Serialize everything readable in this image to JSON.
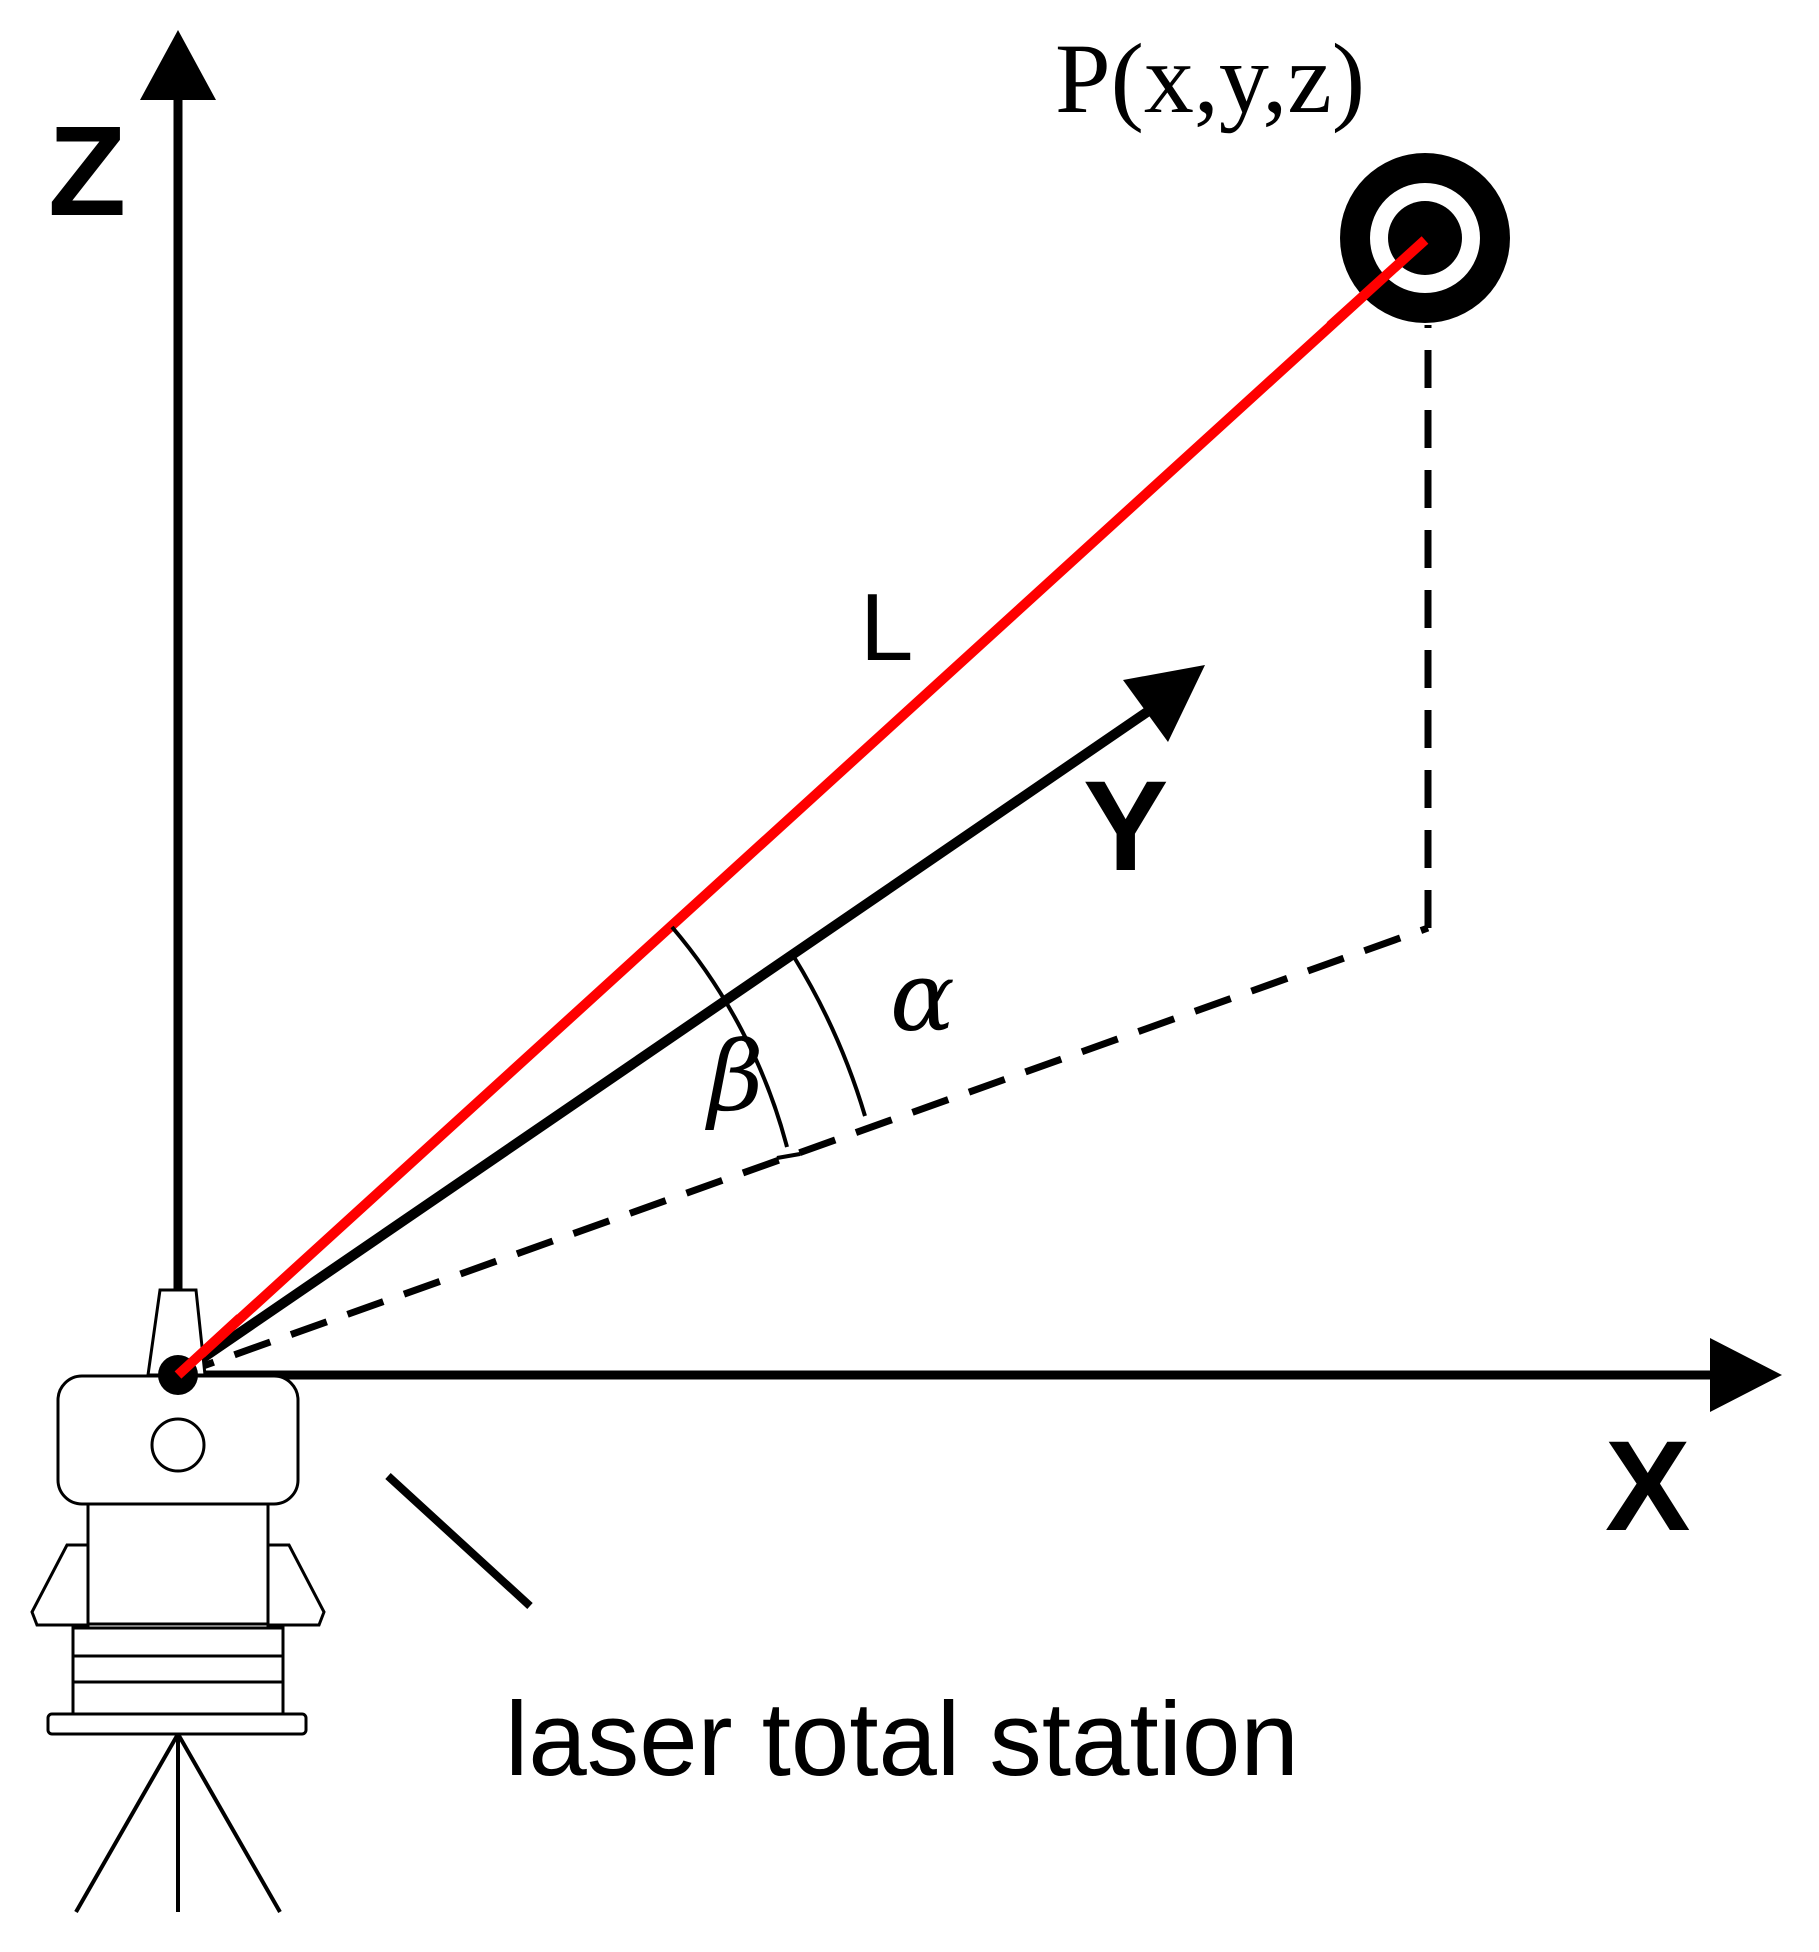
{
  "labels": {
    "z_axis": "Z",
    "x_axis": "X",
    "y_axis": "Y",
    "distance": "L",
    "point": "P(x,y,z)",
    "alpha": "α",
    "beta": "β",
    "instrument": "laser total station"
  },
  "colors": {
    "axis": "#000000",
    "laser_ray": "#ff0000",
    "background": "#ffffff"
  },
  "icons": {
    "target": "target-prism-icon",
    "instrument": "total-station-icon"
  }
}
